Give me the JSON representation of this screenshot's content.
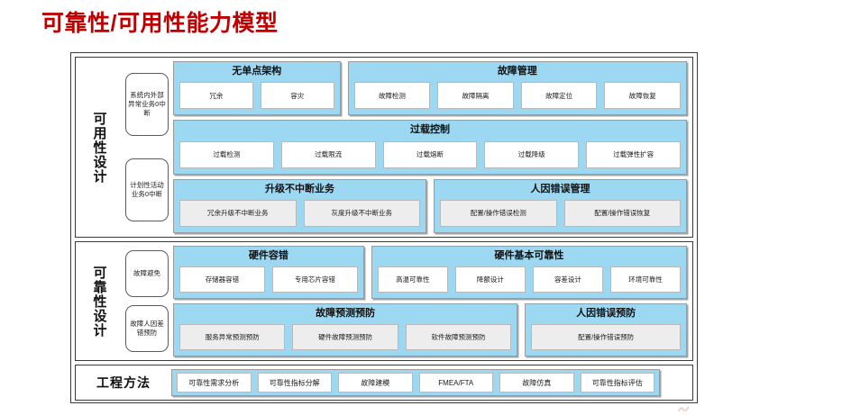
{
  "title": "可靠性/可用性能力模型",
  "colors": {
    "title": "#C00000",
    "group_blue": "#9DD8F2",
    "item_white": "#FFFFFF",
    "item_gray": "#EDEDED",
    "frame": "#3A3A3A"
  },
  "sections": [
    {
      "pillar": "可用性设计",
      "goals": [
        "系统内外部异常业务0中断",
        "计划性活动业务0中断"
      ],
      "groups": [
        {
          "title": "无单点架构",
          "items": [
            "冗余",
            "容灾"
          ]
        },
        {
          "title": "故障管理",
          "items": [
            "故障检测",
            "故障隔离",
            "故障定位",
            "故障恢复"
          ]
        },
        {
          "title": "过载控制",
          "items": [
            "过载检测",
            "过载限流",
            "过载熔断",
            "过载降级",
            "过载弹性扩容"
          ]
        },
        {
          "title": "升级不中断业务",
          "items": [
            "冗余升级不中断业务",
            "灰度升级不中断业务"
          ]
        },
        {
          "title": "人因错误管理",
          "items": [
            "配置/操作错误检测",
            "配置/操作错误恢复"
          ]
        }
      ]
    },
    {
      "pillar": "可靠性设计",
      "goals": [
        "故障避免",
        "故障人因差错预防"
      ],
      "groups": [
        {
          "title": "硬件容错",
          "items": [
            "存储器容错",
            "专用芯片容错"
          ]
        },
        {
          "title": "硬件基本可靠性",
          "items": [
            "高温可靠性",
            "降额设计",
            "容差设计",
            "环境可靠性"
          ]
        },
        {
          "title": "故障预测预防",
          "items": [
            "服务异常预测预防",
            "硬件故障预测预防",
            "软件故障预测预防"
          ]
        },
        {
          "title": "人因错误预防",
          "items": [
            "配置/操作错误预防"
          ]
        }
      ]
    }
  ],
  "engineering": {
    "label": "工程方法",
    "items": [
      "可靠性需求分析",
      "可靠性指标分解",
      "故障建模",
      "FMEA/FTA",
      "故障仿真",
      "可靠性指标评估"
    ]
  }
}
